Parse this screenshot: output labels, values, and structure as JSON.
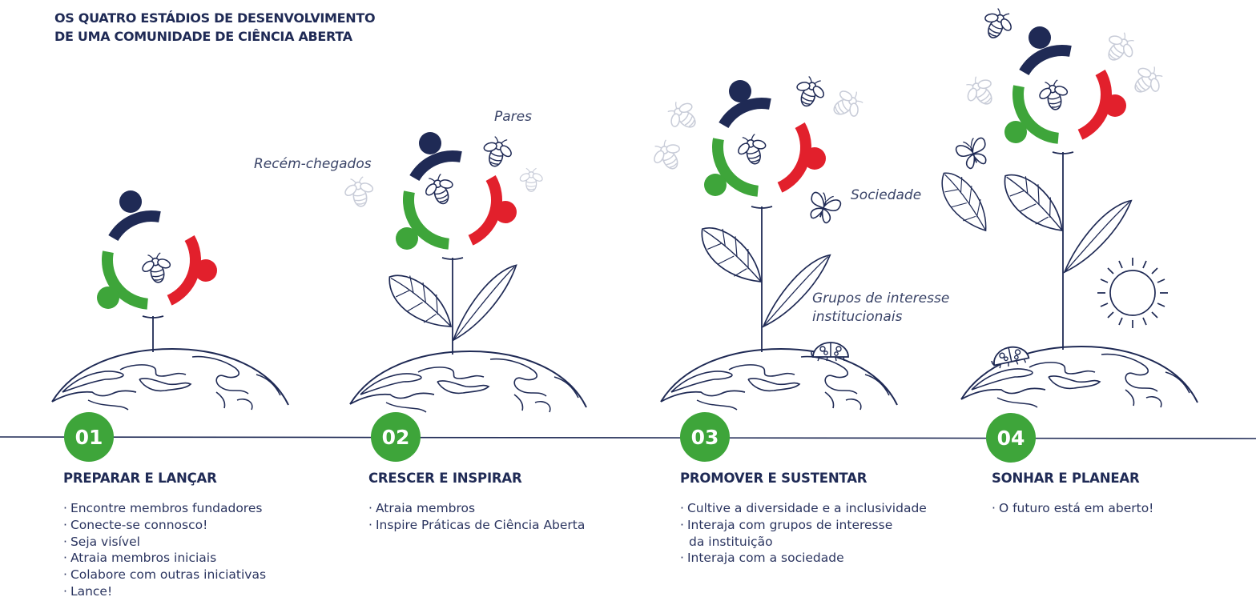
{
  "title": {
    "line1": "OS QUATRO ESTÁDIOS DE DESENVOLVIMENTO",
    "line2": "DE UMA COMUNIDADE DE CIÊNCIA ABERTA"
  },
  "colors": {
    "navy": "#1f2a55",
    "red": "#e2202c",
    "green": "#3ea53a",
    "light_line": "#c8ccd8"
  },
  "labels": {
    "newcomers": "Recém-chegados",
    "peers": "Pares",
    "society": "Sociedade",
    "groups_line1": "Grupos de interesse",
    "groups_line2": "institucionais"
  },
  "stages": [
    {
      "number": "01",
      "title": "PREPARAR E LANÇAR",
      "items": [
        "Encontre membros fundadores",
        "Conecte-se connosco!",
        "Seja visível",
        "Atraia membros iniciais",
        "Colabore com outras iniciativas",
        "Lance!"
      ]
    },
    {
      "number": "02",
      "title": "CRESCER E INSPIRAR",
      "items": [
        "Atraia membros",
        "Inspire Práticas de Ciência Aberta"
      ]
    },
    {
      "number": "03",
      "title": "PROMOVER E SUSTENTAR",
      "items": [
        "Cultive a diversidade e a inclusividade",
        "Interaja com grupos de interesse",
        "Interaja com a sociedade"
      ],
      "item2_cont": "da instituição"
    },
    {
      "number": "04",
      "title": "SONHAR E PLANEAR",
      "items": [
        "O futuro está em aberto!"
      ]
    }
  ],
  "icons": [
    "globe-icon",
    "community-ring-icon",
    "bee-icon",
    "butterfly-icon",
    "ladybug-icon",
    "sun-icon",
    "leaf-icon"
  ]
}
